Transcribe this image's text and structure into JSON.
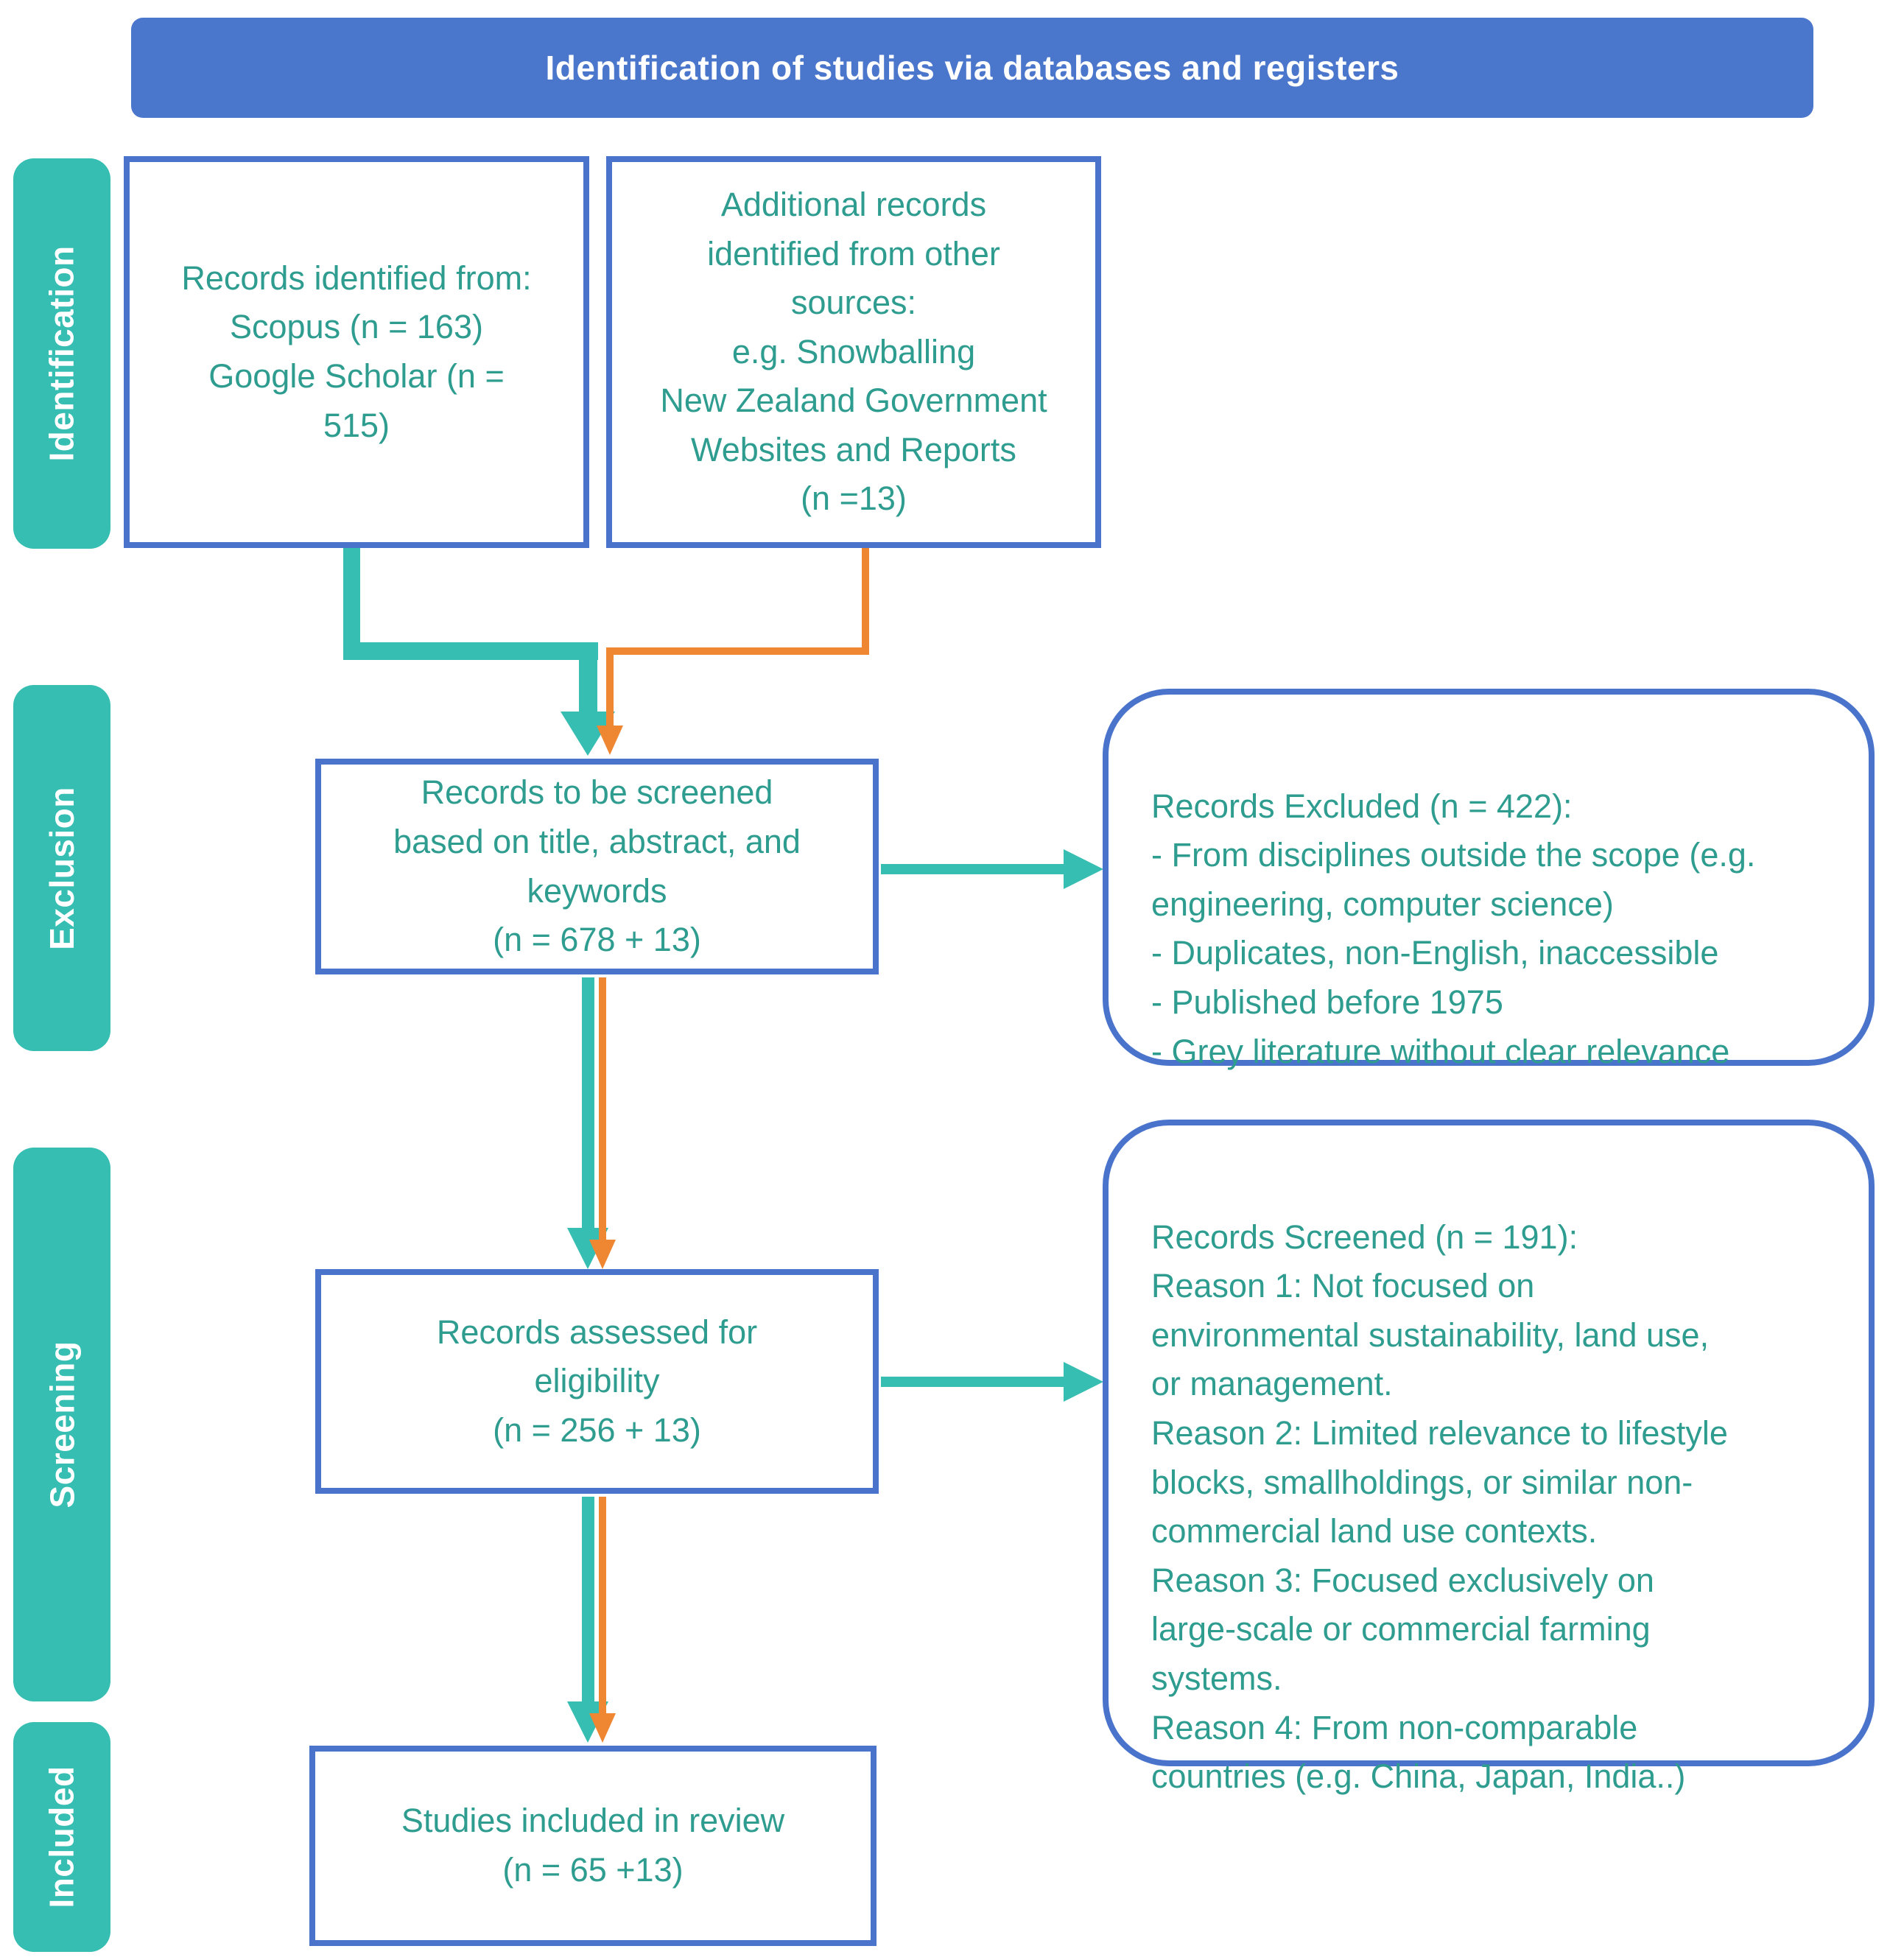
{
  "palette": {
    "header_blue": "#4a76cc",
    "box_border_blue": "#4a74cc",
    "teal": "#35beb1",
    "teal_text": "#2e9d90",
    "orange": "#ee8632",
    "background": "#ffffff"
  },
  "header": {
    "title": "Identification of studies via databases and registers"
  },
  "stages": {
    "identification": "Identification",
    "exclusion": "Exclusion",
    "screening": "Screening",
    "included": "Included"
  },
  "boxes": {
    "records_identified": "Records identified from:\nScopus (n = 163)\nGoogle Scholar (n =\n515)",
    "additional_records": "Additional records\nidentified from other\nsources:\ne.g. Snowballing\nNew Zealand Government\nWebsites and Reports\n(n =13)",
    "records_to_be_screened": "Records to be screened\nbased on title, abstract, and\nkeywords\n(n = 678 + 13)",
    "records_excluded": "Records Excluded (n = 422):\n- From disciplines outside the scope (e.g.\nengineering, computer science)\n- Duplicates, non-English, inaccessible\n- Published before 1975\n- Grey literature without clear relevance",
    "records_assessed": "Records assessed for\neligibility\n(n = 256 + 13)",
    "records_screened_reasons": "Records Screened (n = 191):\nReason 1: Not focused on\nenvironmental sustainability, land use,\nor management.\nReason 2: Limited relevance to lifestyle\nblocks, smallholdings, or similar non-\ncommercial land use contexts.\nReason 3: Focused exclusively on\nlarge-scale or commercial farming\nsystems.\nReason 4: From non-comparable\ncountries (e.g. China, Japan, India..)",
    "studies_included": "Studies included in review\n(n = 65 +13)"
  }
}
